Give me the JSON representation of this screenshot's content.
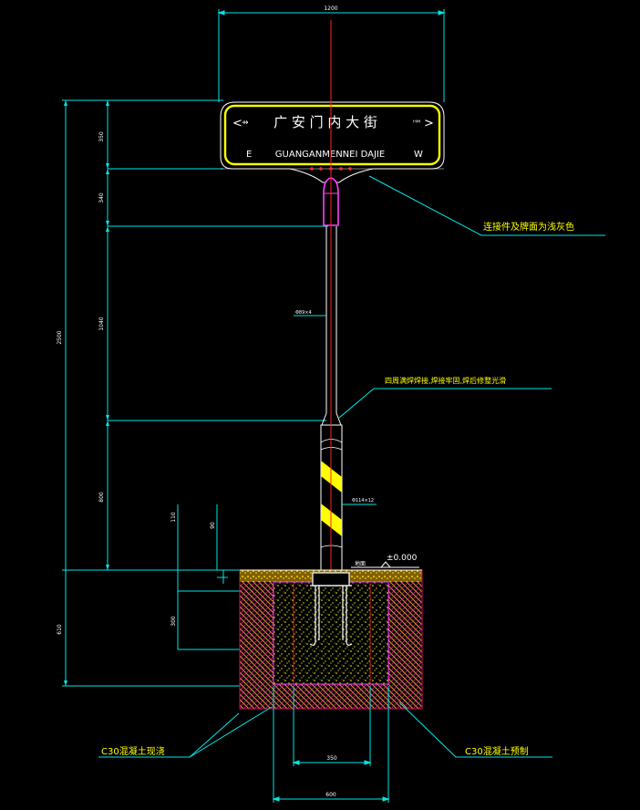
{
  "sign": {
    "main_text": "广 安 门 内 大 街",
    "left_arrow": "<",
    "right_arrow": ">",
    "left_mark": "⇸",
    "right_mark": "ᴴᴹ",
    "east": "E",
    "name_en": "GUANGANMENNEI DAJIE",
    "west": "W"
  },
  "dimensions": {
    "top_width": "1200",
    "d_350": "350",
    "d_340": "340",
    "d_1040": "1040",
    "d_total": "2500",
    "d_800": "800",
    "d_110": "110",
    "d_90": "90",
    "d_300": "300",
    "d_610": "610",
    "pipe_top": "Φ89×4",
    "pipe_bottom": "Φ114×12",
    "ground_mark": "±0.000",
    "ground_label": "地面",
    "base_inner": "350",
    "base_outer": "600"
  },
  "notes": {
    "connector": "连接件及牌面为浅灰色",
    "weld": "四周满焊焊接,焊接牢固,焊后修整光滑",
    "concrete_cast": "C30混凝土现浇",
    "concrete_precast": "C30混凝土预制"
  },
  "colors": {
    "cyan": "#00e6e6",
    "yellow": "#ffff00",
    "red": "#ff2020",
    "magenta": "#ff40ff",
    "white": "#ffffff",
    "brick": "#d01060"
  }
}
